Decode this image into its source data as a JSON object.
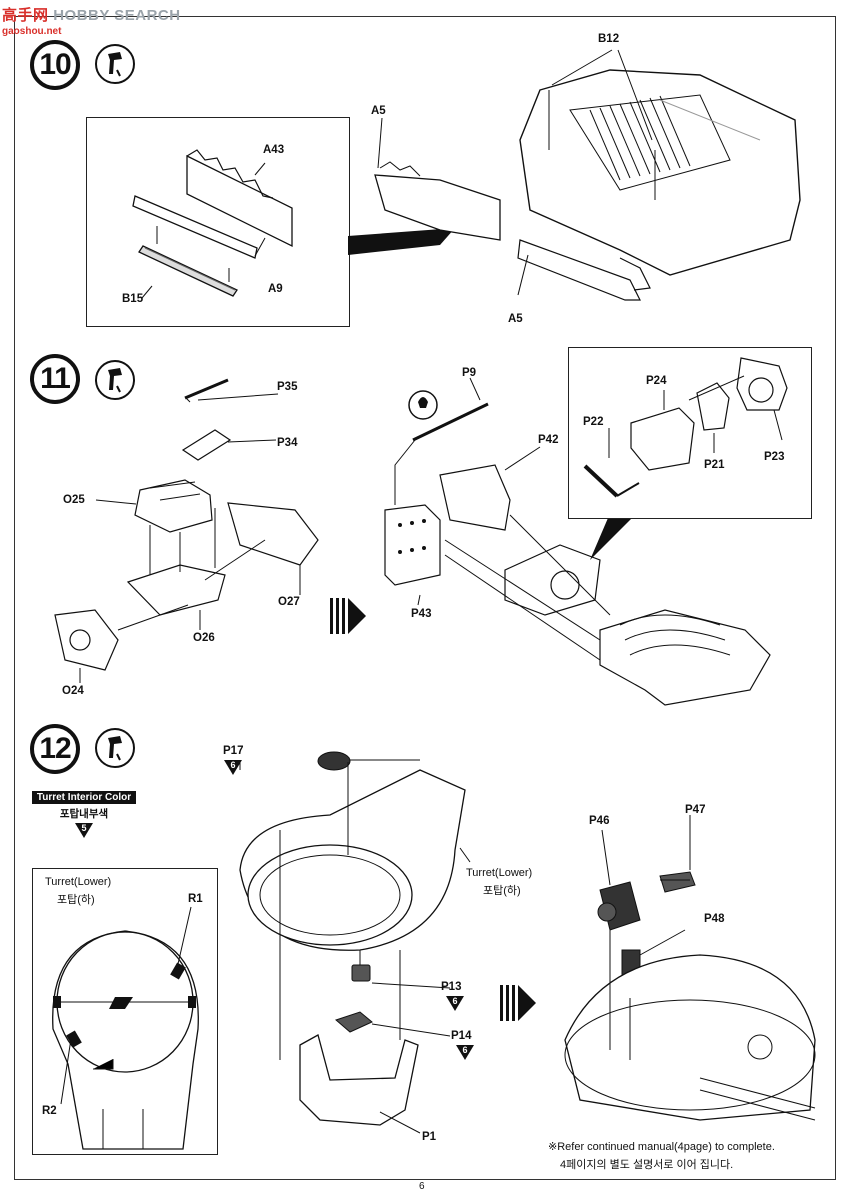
{
  "watermark": {
    "cn": "高手网",
    "en": "HOBBY SEARCH",
    "site": "gaoshou.net"
  },
  "steps": {
    "s10": "10",
    "s11": "11",
    "s12": "12"
  },
  "labels10": {
    "a43": "A43",
    "a9": "A9",
    "b15": "B15",
    "a5_top": "A5",
    "a5_bottom": "A5",
    "b12": "B12"
  },
  "labels11": {
    "p35": "P35",
    "p34": "P34",
    "o25": "O25",
    "o27": "O27",
    "o26": "O26",
    "o24": "O24",
    "p9": "P9",
    "p42": "P42",
    "p43": "P43",
    "p24": "P24",
    "p22": "P22",
    "p21": "P21",
    "p23": "P23"
  },
  "labels12": {
    "p17": "P17",
    "p17_color": "6",
    "turret_color_title": "Turret Interior Color",
    "turret_color_kr": "포탑내부색",
    "turret_color_no": "5",
    "turret_lower_en": "Turret(Lower)",
    "turret_lower_kr": "포탑(하)",
    "turret_lower_en2": "Turret(Lower)",
    "turret_lower_kr2": "포탑(하)",
    "r1": "R1",
    "r2": "R2",
    "p13": "P13",
    "p13_color": "6",
    "p14": "P14",
    "p14_color": "6",
    "p1": "P1",
    "p46": "P46",
    "p47": "P47",
    "p48": "P48"
  },
  "notes": {
    "en": "※Refer continued manual(4page) to complete.",
    "kr": "4페이지의 별도 설명서로 이어 집니다."
  },
  "page_number": "6",
  "icons": [
    "cement-tool-icon",
    "light-bulb-icon",
    "arrow-right-icon"
  ]
}
